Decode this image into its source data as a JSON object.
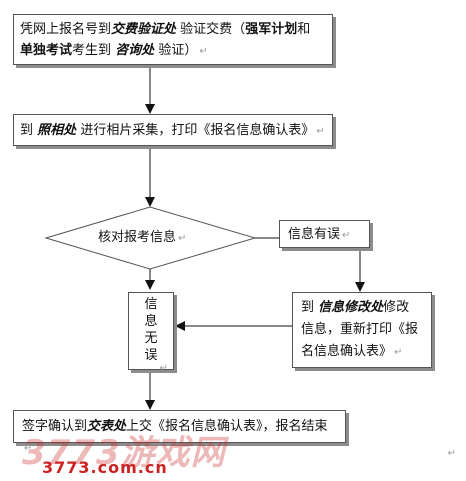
{
  "step1": {
    "line1_pre": "凭网上报名号到",
    "line1_place": "交费验证处",
    "line1_post": "验证交费（",
    "line1_special": "强军计划",
    "line1_and": "和",
    "line2_special": "单独考试",
    "line2_mid": "考生到",
    "line2_place": "咨询处",
    "line2_post": "验证）",
    "mark": "↵"
  },
  "step2": {
    "pre": "到",
    "place": "照相处",
    "post": "进行相片采集，打印《报名信息确认表》",
    "mark": "↵"
  },
  "decision": {
    "label": "核对报考信息",
    "mark": "↵"
  },
  "error_box": {
    "label": "信息有误",
    "mark": "↵"
  },
  "fix_box": {
    "pre": "到",
    "place": "信息修改处",
    "line1_post": "修改",
    "line2": "信息，重新打印《报",
    "line3": "名信息确认表》",
    "mark": "↵"
  },
  "ok_box": {
    "chars": [
      "信",
      "息",
      "无",
      "误"
    ],
    "mark": "↵"
  },
  "final": {
    "pre": "签字确认到",
    "place": "交表处",
    "post": "上交《报名信息确认表》，报名结束",
    "mark": "↵"
  },
  "watermark": {
    "logo": "3773游戏网",
    "url": "3773.com.cn"
  },
  "corner_mark": "↵",
  "colors": {
    "border": "#555555",
    "shadow": "#8c8c8c",
    "watermark": "#cc2222"
  }
}
